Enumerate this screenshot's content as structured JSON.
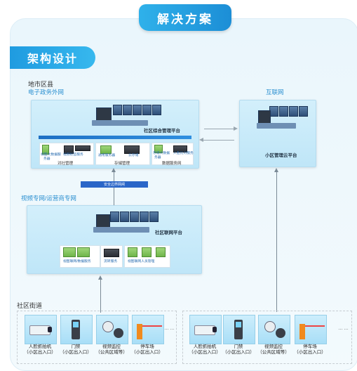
{
  "banner": "解决方案",
  "section_title": "架构设计",
  "region_city": "地市区县",
  "net_gov": "电子政务外网",
  "net_internet": "互联网",
  "net_video": "视频专网/运营商专网",
  "region_street": "社区街道",
  "platform_main": "社区综合管理平台",
  "platform_cloud": "小区管理云平台",
  "platform_iot": "社区联网平台",
  "link_label": "安全边界网闸",
  "main_modules": [
    {
      "title": "对社管理",
      "caps": [
        "视图大数据服",
        "视频标签服务",
        "务器"
      ]
    },
    {
      "title": "存储管理",
      "caps": [
        "通用服务器",
        "云存储"
      ]
    },
    {
      "title": "数据服务网",
      "caps": [
        "存储大数据",
        "人脸比对服务",
        "务器"
      ]
    }
  ],
  "iot_modules": [
    {
      "caps": [
        "视图联网/数据服务"
      ]
    },
    {
      "caps": [
        "流转服务"
      ]
    },
    {
      "caps": [
        "视图联网人员管理"
      ]
    }
  ],
  "devices_left": [
    {
      "name": "人脸抓拍机",
      "sub": "（小区出入口）",
      "icon": "camera-icon"
    },
    {
      "name": "门禁",
      "sub": "（小区出入口）",
      "icon": "access-terminal-icon"
    },
    {
      "name": "视频监控",
      "sub": "（公共区域等）",
      "icon": "dome-camera-icon"
    },
    {
      "name": "停车场",
      "sub": "（小区出入口）",
      "icon": "parking-barrier-icon"
    }
  ],
  "devices_right": [
    {
      "name": "人脸抓拍机",
      "sub": "（小区出入口）",
      "icon": "camera-icon"
    },
    {
      "name": "门禁",
      "sub": "（小区出入口）",
      "icon": "access-terminal-icon"
    },
    {
      "name": "视频监控",
      "sub": "（公共区域等）",
      "icon": "dome-camera-icon"
    },
    {
      "name": "停车场",
      "sub": "（小区出入口）",
      "icon": "parking-barrier-icon"
    }
  ],
  "dots": "……"
}
